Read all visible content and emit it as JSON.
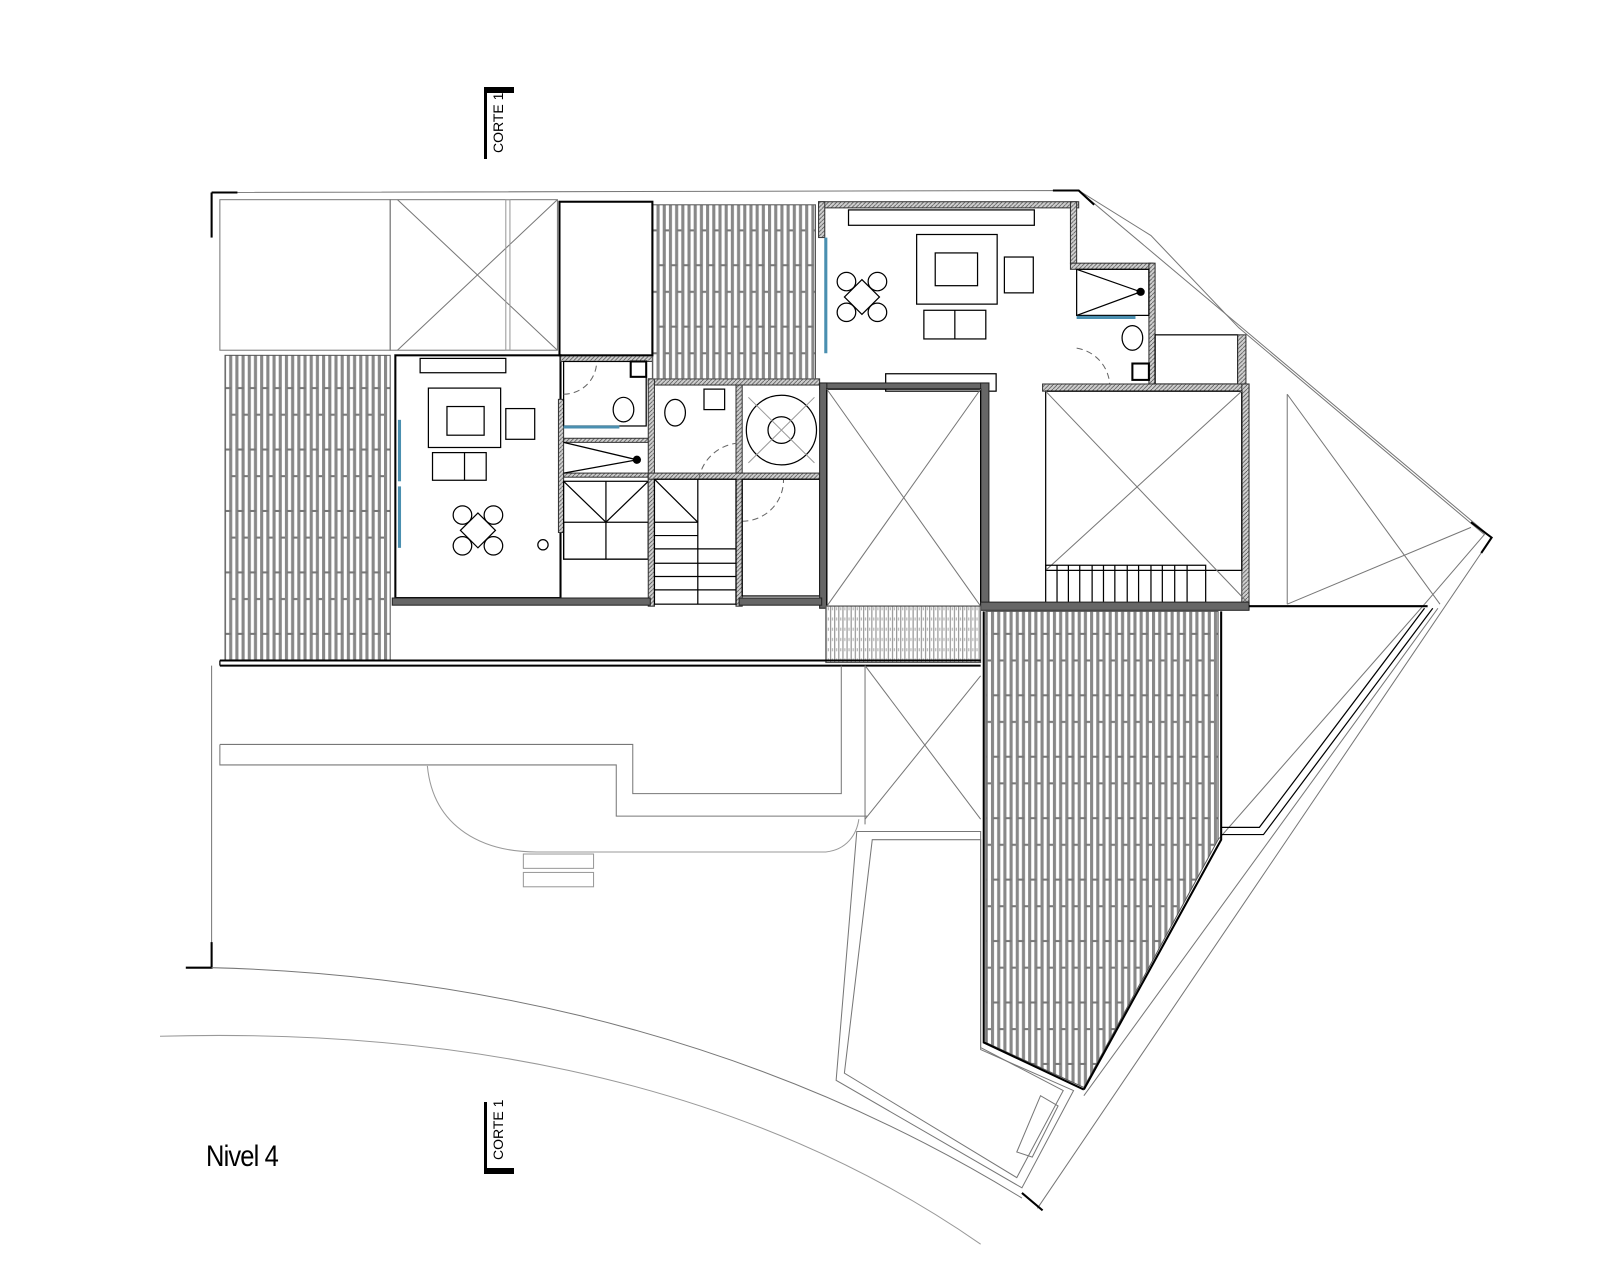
{
  "drawing": {
    "title": "Nivel 4",
    "type": "architectural floor plan",
    "section_markers": [
      {
        "label": "CORTE 1",
        "position": "top"
      },
      {
        "label": "CORTE 1",
        "position": "bottom"
      }
    ],
    "colors": {
      "line": "#000000",
      "secondary_line": "#777777",
      "deck_fill": "#8a8a8a",
      "wall_hatch": "#555555",
      "glazing": "#4a8fb0",
      "background": "#ffffff"
    },
    "spaces": [
      {
        "name": "west-deck",
        "finish": "wood decking"
      },
      {
        "name": "living-dining-west",
        "furniture": [
          "sofa",
          "armchair",
          "coffee table",
          "rug",
          "dining table with 4 chairs",
          "tv console"
        ]
      },
      {
        "name": "bathroom-west",
        "fixtures": [
          "toilet",
          "shower",
          "sink"
        ]
      },
      {
        "name": "powder-room",
        "fixtures": [
          "toilet",
          "sink"
        ]
      },
      {
        "name": "spiral-stair",
        "fixtures": [
          "circular stair"
        ]
      },
      {
        "name": "main-stair"
      },
      {
        "name": "north-deck",
        "finish": "wood decking"
      },
      {
        "name": "living-dining-east",
        "furniture": [
          "sofa",
          "armchair",
          "coffee table",
          "rug",
          "dining table with 4 chairs",
          "tv console",
          "sideboard"
        ]
      },
      {
        "name": "bathroom-east",
        "fixtures": [
          "toilet",
          "shower",
          "sink"
        ]
      },
      {
        "name": "void-center",
        "note": "open to below"
      },
      {
        "name": "void-east",
        "note": "open to below"
      },
      {
        "name": "south-deck",
        "finish": "wood decking"
      },
      {
        "name": "garden-court"
      },
      {
        "name": "planter"
      }
    ]
  }
}
